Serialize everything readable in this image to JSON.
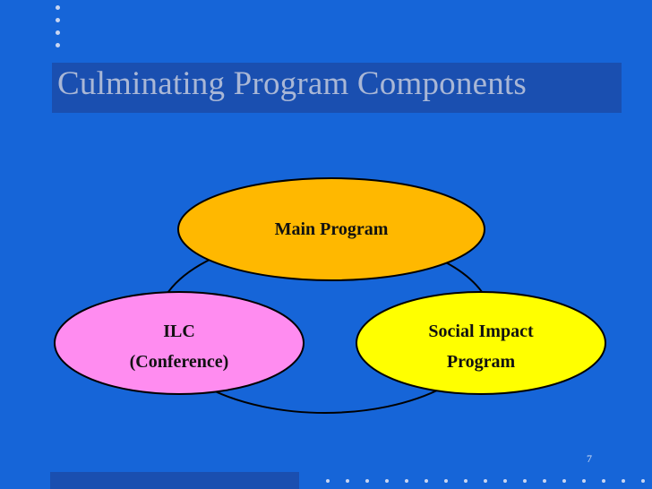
{
  "slide": {
    "title": "Culminating Program Components",
    "page_number": "7"
  },
  "diagram": {
    "nodes": {
      "main": {
        "label": "Main Program",
        "color": "#ffb800"
      },
      "ilc": {
        "line1": "ILC",
        "line2": "(Conference)",
        "color": "#ff8cf0"
      },
      "social": {
        "line1": "Social Impact",
        "line2": "Program",
        "color": "#ffff00"
      }
    }
  },
  "colors": {
    "background": "#1665d8",
    "title_bar": "#1a4fb0",
    "title_text": "#a9b7d6"
  }
}
